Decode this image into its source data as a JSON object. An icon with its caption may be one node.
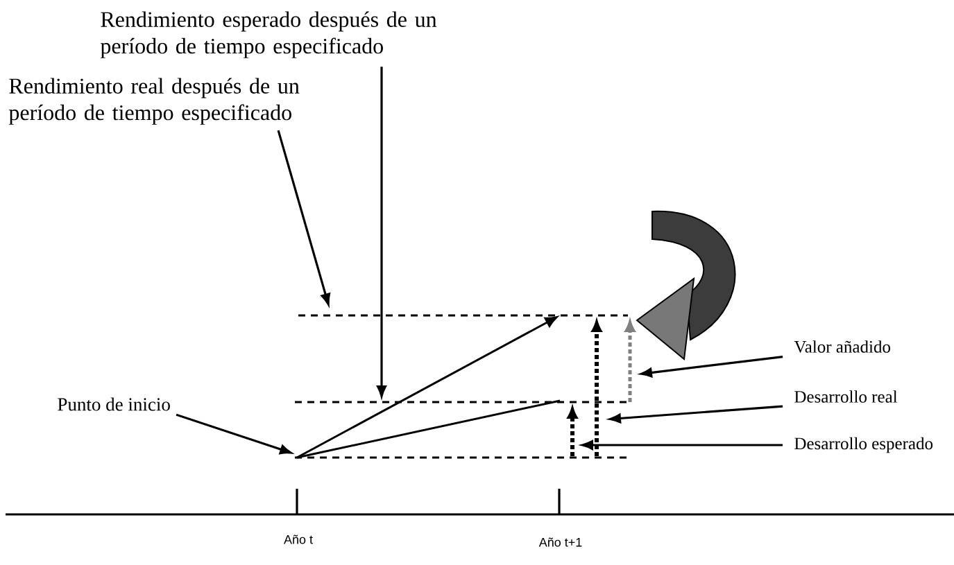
{
  "diagram": {
    "nodes": [
      {
        "text": [
          "Rendimiento esperado después de un período de tiempo especificado"
        ]
      },
      {
        "text": [
          "Rendimiento real después de un período de tiempo especificado"
        ]
      },
      {
        "text": [
          "Punto de inicio"
        ]
      },
      {
        "text": [
          "Valor añadido"
        ]
      },
      {
        "text": [
          "Desarrollo real"
        ]
      },
      {
        "text": [
          "Desarrollo esperado"
        ]
      }
    ],
    "edges": [
      {
        "from": 0,
        "to": null,
        "arrow": "to"
      },
      {
        "from": 1,
        "to": null,
        "arrow": "to"
      },
      {
        "from": 2,
        "to": null,
        "arrow": "to"
      },
      {
        "from": 3,
        "to": null,
        "arrow": "to"
      },
      {
        "from": 4,
        "to": null,
        "arrow": "to"
      },
      {
        "from": 5,
        "to": null,
        "arrow": "to"
      }
    ],
    "labels": [
      "Año t",
      "Año t+1"
    ]
  }
}
